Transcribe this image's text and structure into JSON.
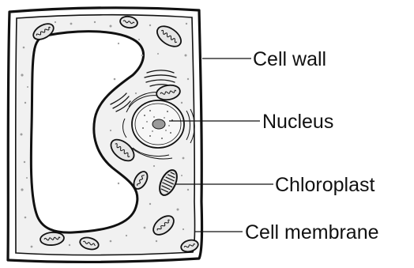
{
  "labels": {
    "cell_wall": "Cell wall",
    "nucleus": "Nucleus",
    "chloroplast": "Chloroplast",
    "cell_membrane": "Cell membrane"
  },
  "colors": {
    "outline": "#111111",
    "cytoplasm": "#f1f1f1",
    "organelle_fill": "#e6e6e6",
    "nucleolus": "#9a9a9a",
    "granule": "#9e9e9e",
    "background": "#ffffff"
  }
}
